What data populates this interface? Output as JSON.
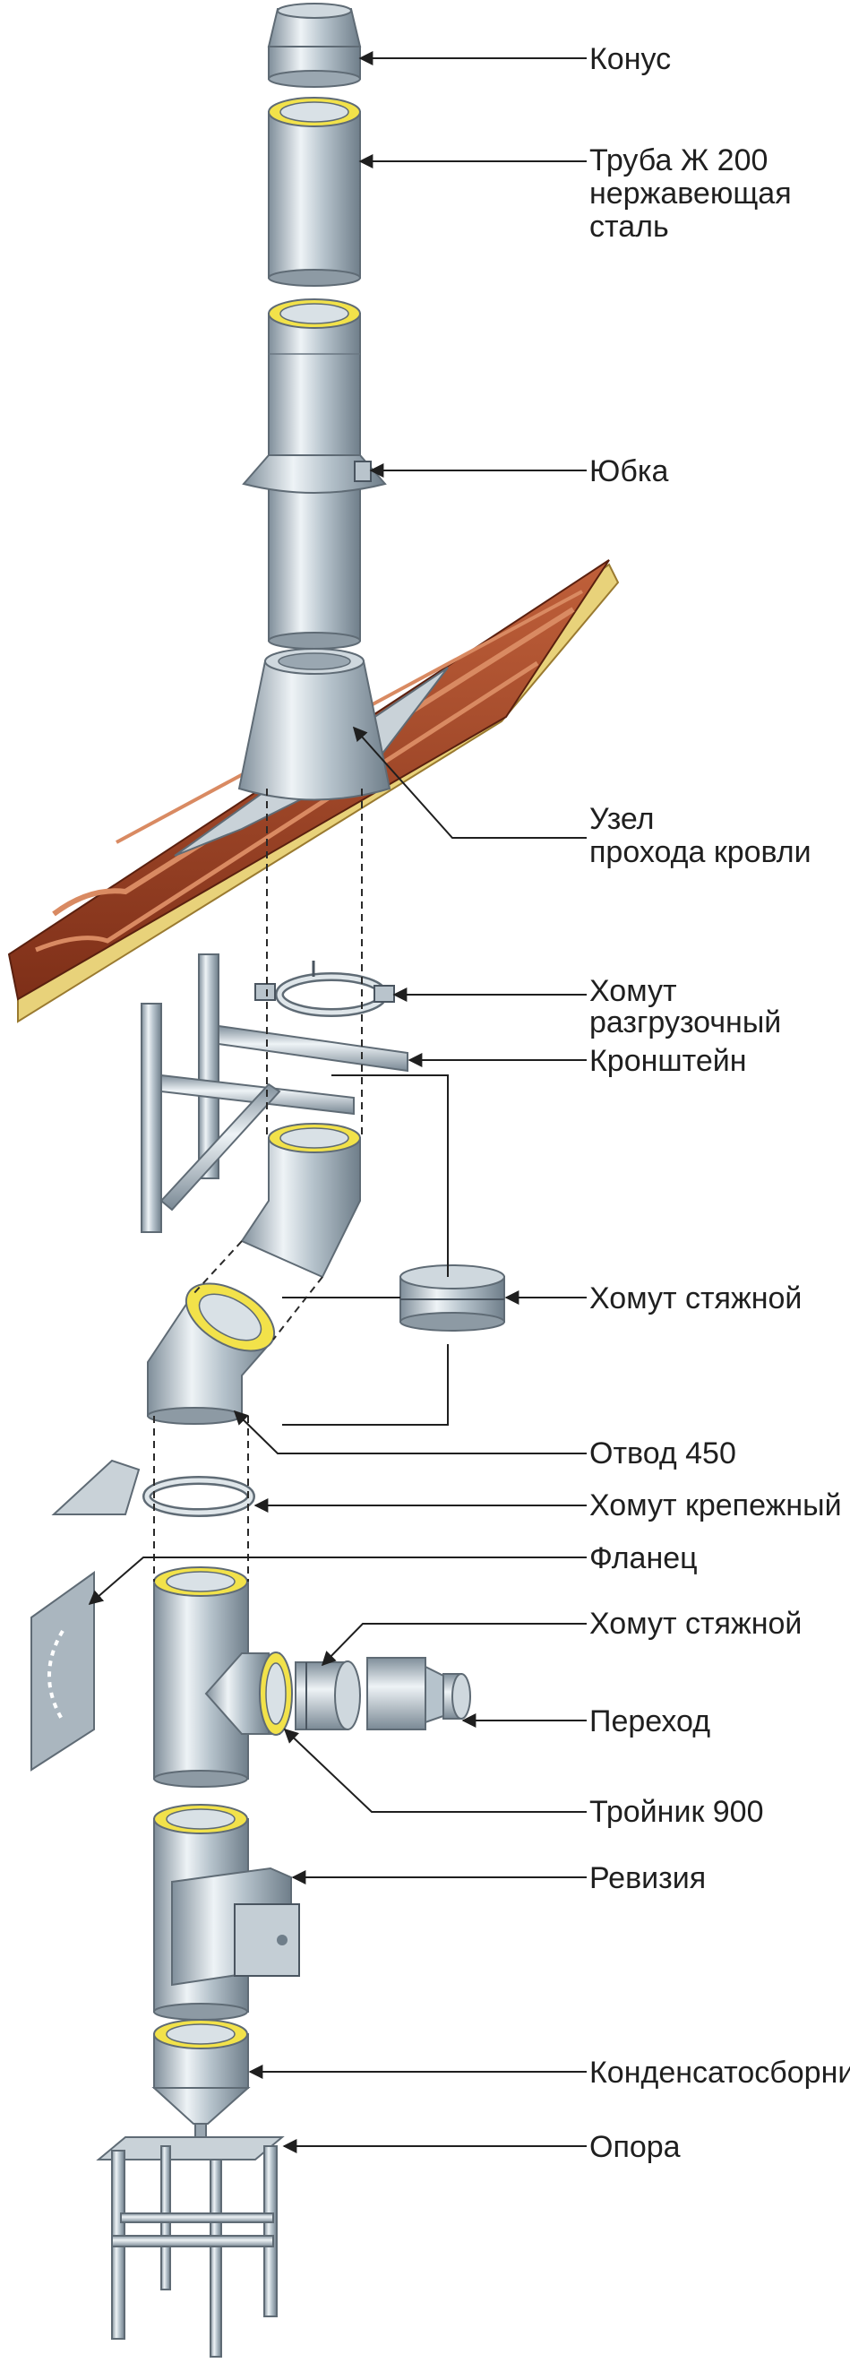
{
  "labels": {
    "cone": "Конус",
    "pipe_line1": "Труба Ж 200",
    "pipe_line2": "нержавеющая",
    "pipe_line3": "сталь",
    "skirt": "Юбка",
    "roof_line1": "Узел",
    "roof_line2": "прохода кровли",
    "relief_line1": "Хомут",
    "relief_line2": "разгрузочный",
    "bracket": "Кронштейн",
    "clamp_tie_1": "Хомут стяжной",
    "elbow": "Отвод 450",
    "clamp_mount": "Хомут крепежный",
    "flange": "Фланец",
    "clamp_tie_2": "Хомут стяжной",
    "adapter": "Переход",
    "tee": "Тройник 900",
    "revision": "Ревизия",
    "condensate": "Конденсатосборник",
    "support": "Опора"
  },
  "colors": {
    "steel_dark": "#8a98a4",
    "steel_light": "#e6ecf0",
    "insulation": "#f2e24a",
    "roof_tile": "#a4472a",
    "roof_edge": "#e8d27a",
    "line": "#2a2a2a"
  }
}
